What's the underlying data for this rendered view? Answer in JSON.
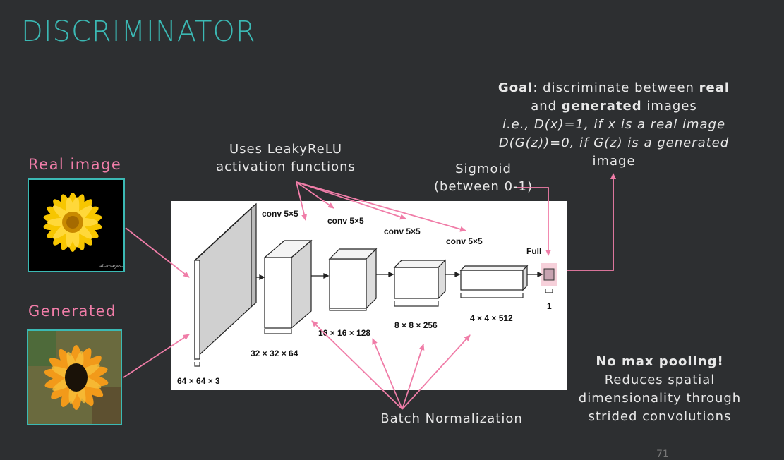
{
  "slide": {
    "title": "DISCRIMINATOR",
    "goal": {
      "line1_bold": "Goal",
      "line1_rest": ": discriminate between ",
      "line1_bold2": "real",
      "line2_pre": "and ",
      "line2_bold": "generated",
      "line2_post": " images",
      "line3": "i.e., D(x)=1, if x is a real image",
      "line4": "D(G(z))=0, if G(z) is a generated",
      "line5": "image"
    },
    "leaky": {
      "line1": "Uses LeakyReLU",
      "line2": "activation functions"
    },
    "sigmoid": {
      "line1": "Sigmoid",
      "line2": "(between 0-1)"
    },
    "real_label": "Real image",
    "generated_label": "Generated",
    "real_thumb_caption": "all-images-here",
    "no_max": {
      "title": "No max pooling!",
      "line1": "Reduces spatial",
      "line2": "dimensionality through",
      "line3": "strided convolutions"
    },
    "batch_norm": "Batch Normalization",
    "page_number": "71"
  },
  "diagram": {
    "conv_labels": [
      "conv 5×5",
      "conv 5×5",
      "conv 5×5",
      "conv 5×5"
    ],
    "full_label": "Full",
    "dims": [
      "64 × 64 × 3",
      "32 × 32 × 64",
      "16 × 16 × 128",
      "8 × 8 × 256",
      "4 × 4 × 512",
      "1"
    ]
  },
  "colors": {
    "accent_teal": "#3bb9b4",
    "arrow_pink": "#f07da8",
    "background": "#2d2f31"
  }
}
